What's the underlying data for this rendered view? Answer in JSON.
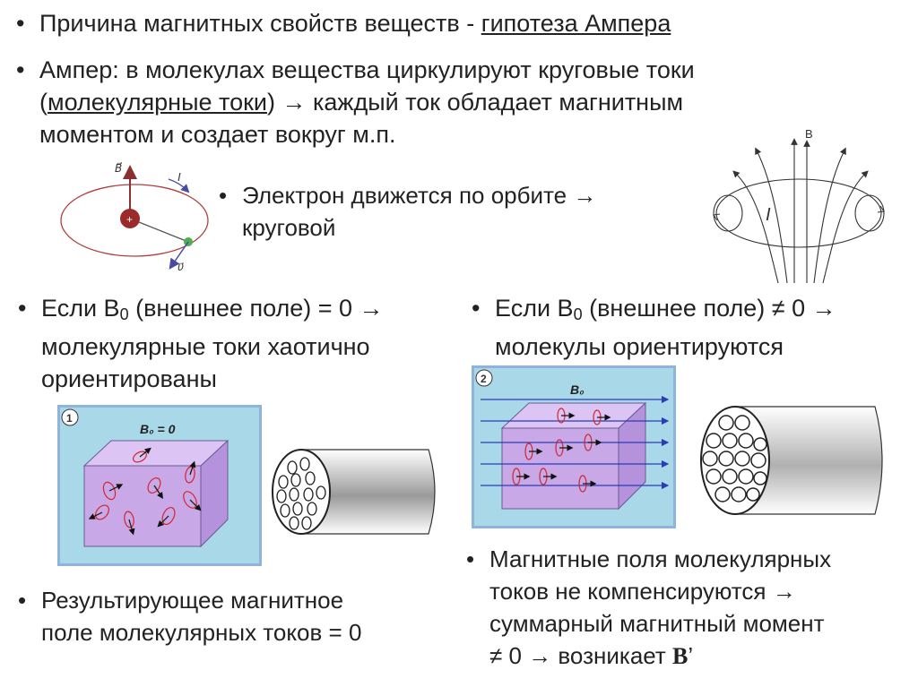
{
  "bullets": {
    "b1": {
      "text": "Причина магнитных свойств веществ - ",
      "link": "гипотеза Ампера"
    },
    "b2": {
      "l1": "Ампер: в молекулах вещества циркулируют круговые токи",
      "l2_pre": "(",
      "l2_link": "молекулярные токи",
      "l2_post": ") → каждый ток обладает магнитным",
      "l3": "моментом и создает вокруг м.п."
    },
    "b3": {
      "l1": "Электрон движется по орбите →",
      "l2": "круговой"
    },
    "b4": {
      "pre": "Если B",
      "sub": "0",
      "post": " (внешнее поле) = 0 →",
      "l2": "молекулярные токи хаотично",
      "l3": "ориентированы"
    },
    "b5": {
      "pre": "Если B",
      "sub": "0",
      "post": " (внешнее поле) ≠ 0 →",
      "l2": "молекулы ориентируются"
    },
    "b6": {
      "l1": "Результирующее магнитное",
      "l2": "поле молекулярных токов = 0"
    },
    "b7": {
      "l1": "Магнитные поля молекулярных",
      "l2": "токов не компенсируются →",
      "l3": "суммарный магнитный момент",
      "l4_pre": "≠ 0 → возникает ",
      "l4_bold": "B",
      "l4_post": "’"
    }
  },
  "bullet_char": "•",
  "figures": {
    "orbit": {
      "b_label": "B⃗",
      "i_label": "I",
      "v_label": "υ⃗"
    },
    "field_loop": {
      "b_label": "B",
      "i_label": "I"
    },
    "panel1": {
      "num": "1",
      "label": "B₀ = 0"
    },
    "panel2": {
      "num": "2",
      "label": "B₀"
    }
  },
  "colors": {
    "panel_border": "#8fb3d9",
    "panel_bg": "#a9d9e9",
    "cube": "#c9a8e8",
    "current": "#d4242a",
    "field_arrow": "#2a3bb8"
  }
}
